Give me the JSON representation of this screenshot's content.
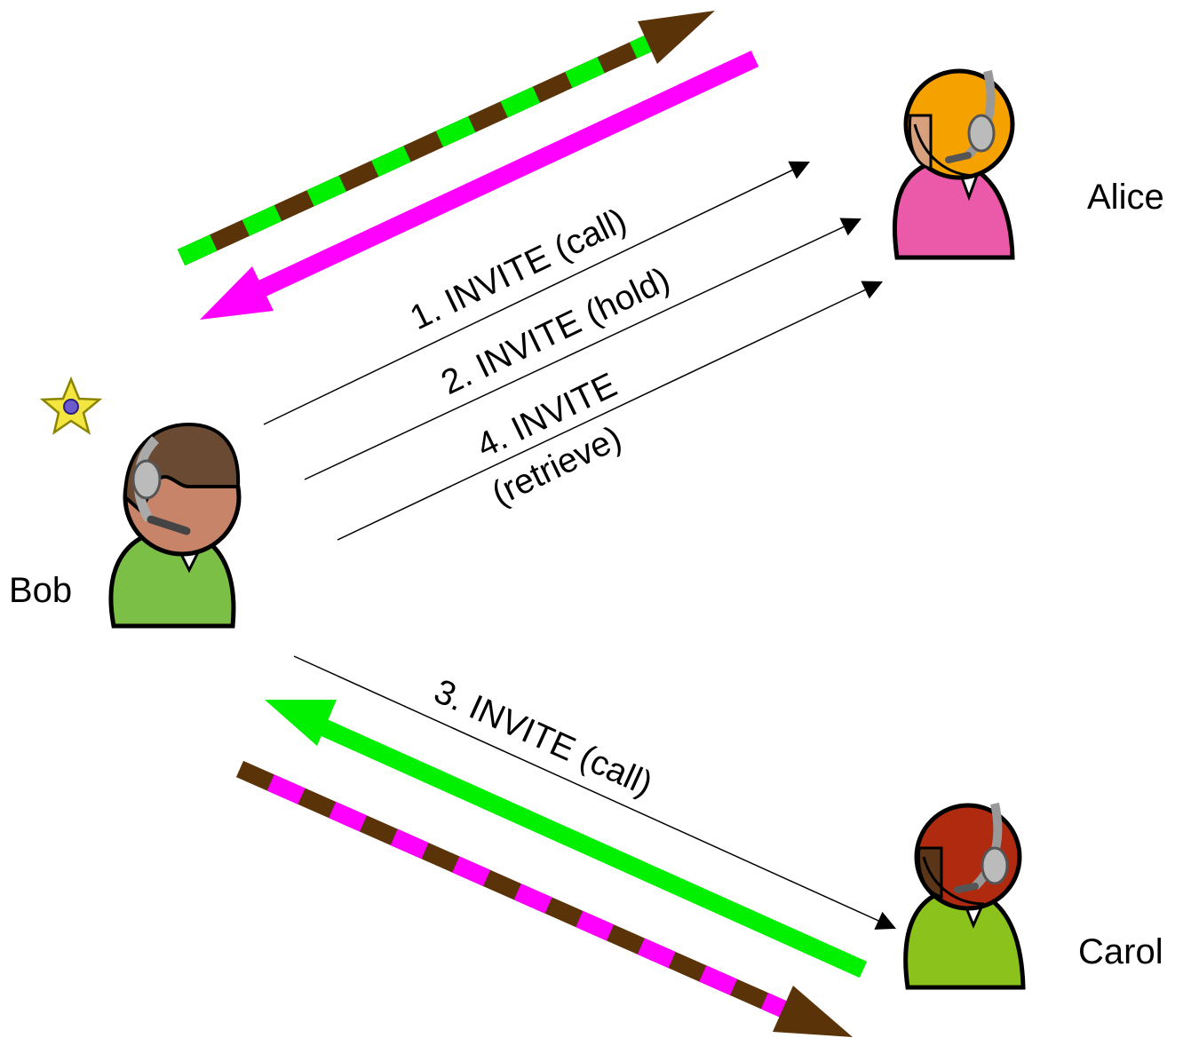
{
  "participants": {
    "alice": {
      "name": "Alice",
      "hair": "#f5a200",
      "skin": "#d9a07e",
      "shirt": "#ea5aa8"
    },
    "bob": {
      "name": "Bob",
      "hair": "#6b4a33",
      "skin": "#c88469",
      "shirt": "#7cbf47",
      "marker": "star-icon"
    },
    "carol": {
      "name": "Carol",
      "hair": "#b02a10",
      "skin": "#5a3518",
      "shirt": "#8cc21c"
    }
  },
  "messages": {
    "m1": {
      "text": "1. INVITE (call)"
    },
    "m2": {
      "text": "2. INVITE (hold)"
    },
    "m3": {
      "text": "3. INVITE (call)"
    },
    "m4": {
      "line1": "4. INVITE",
      "line2": "(retrieve)"
    }
  },
  "media_colors": {
    "brown": "#5a3308",
    "green": "#00f000",
    "magenta": "#ff00ff"
  }
}
